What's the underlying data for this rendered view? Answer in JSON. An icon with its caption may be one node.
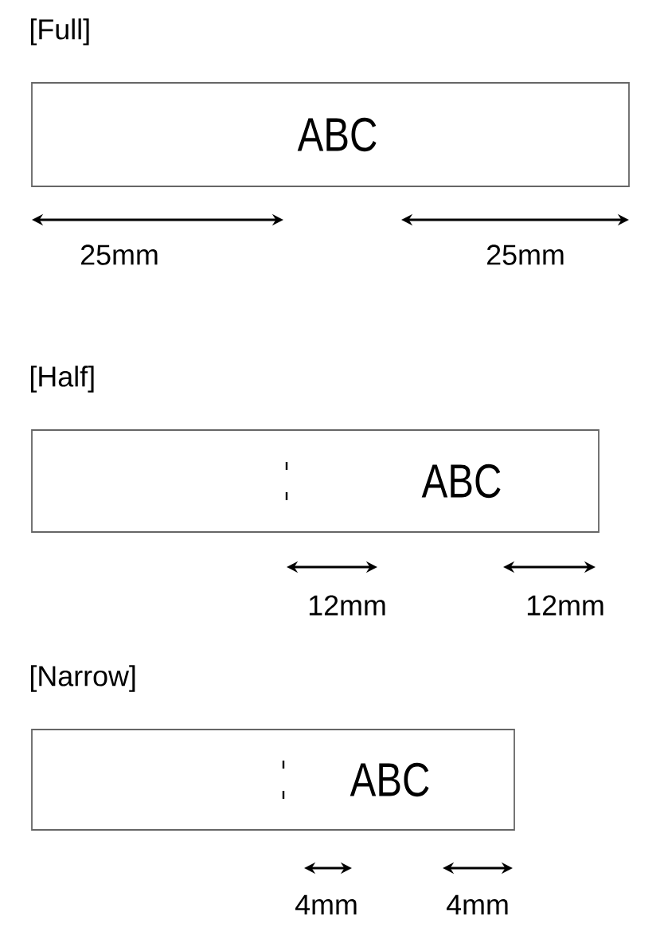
{
  "diagram": {
    "nodes": [
      {
        "text": [
          "ABC"
        ]
      },
      {
        "text": [
          "ABC"
        ]
      },
      {
        "text": [
          "ABC"
        ]
      }
    ],
    "labels": [
      "[Full]",
      "25mm",
      "25mm",
      "[Half]",
      "12mm",
      "12mm",
      "[Narrow]",
      "4mm",
      "4mm"
    ]
  }
}
